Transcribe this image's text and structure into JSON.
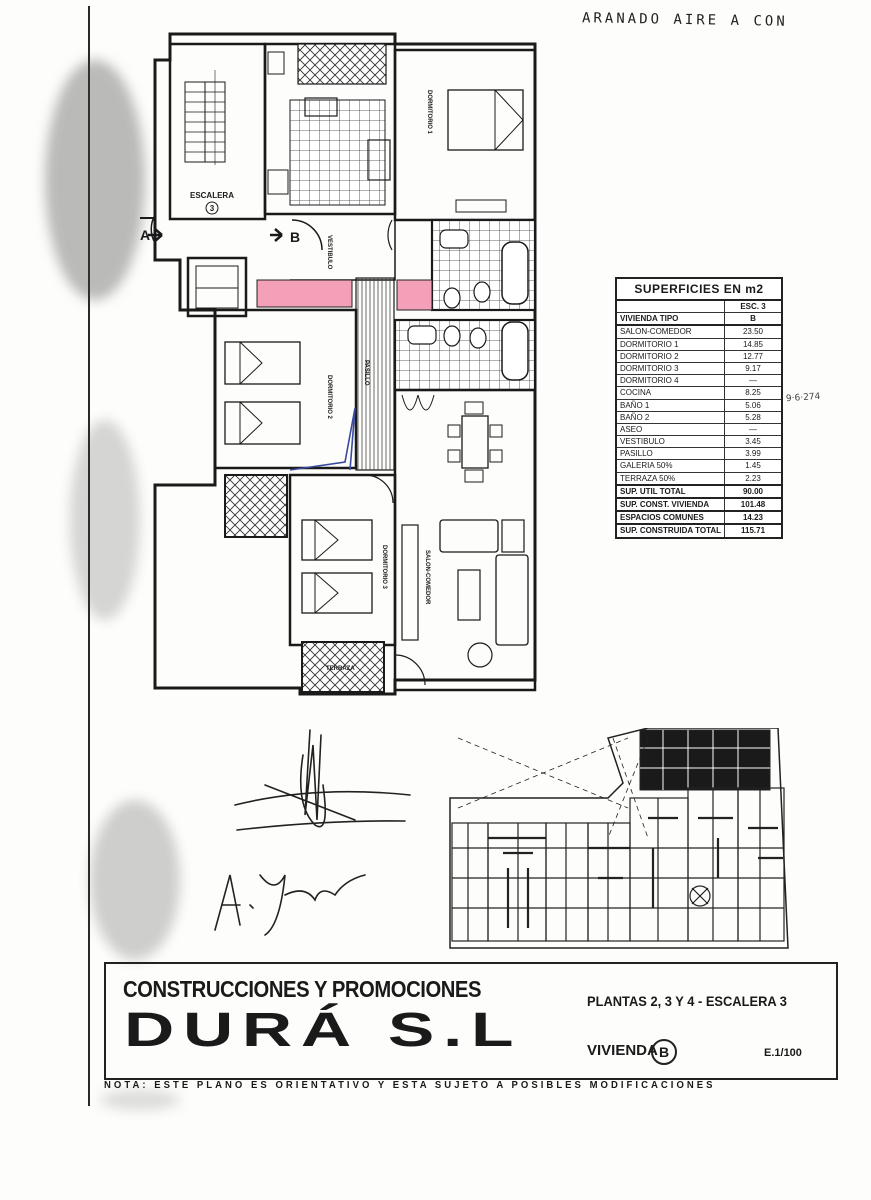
{
  "header_note": "ARANADO AIRE A CON",
  "margin_note": "9·6·274",
  "plan": {
    "stair_label": "ESCALERA",
    "stair_number": "3",
    "door_a": "A",
    "door_b": "B",
    "rooms": {
      "vestibulo": "VESTIBULO",
      "dormitorio1": "DORMITORIO 1",
      "dormitorio2": "DORMITORIO 2",
      "dormitorio3": "DORMITORIO 3",
      "pasillo": "PASILLO",
      "salon": "SALON-COMEDOR",
      "terraza": "TERRAZA"
    }
  },
  "surfaces": {
    "title": "SUPERFICIES EN m2",
    "col_header": "ESC. 3",
    "type_label": "VIVIENDA TIPO",
    "type_value": "B",
    "rows": [
      {
        "label": "SALON-COMEDOR",
        "value": "23.50"
      },
      {
        "label": "DORMITORIO 1",
        "value": "14.85"
      },
      {
        "label": "DORMITORIO 2",
        "value": "12.77"
      },
      {
        "label": "DORMITORIO 3",
        "value": "9.17"
      },
      {
        "label": "DORMITORIO 4",
        "value": "—"
      },
      {
        "label": "COCINA",
        "value": "8.25"
      },
      {
        "label": "BAÑO 1",
        "value": "5.06"
      },
      {
        "label": "BAÑO 2",
        "value": "5.28"
      },
      {
        "label": "ASEO",
        "value": "—"
      },
      {
        "label": "VESTIBULO",
        "value": "3.45"
      },
      {
        "label": "PASILLO",
        "value": "3.99"
      },
      {
        "label": "GALERIA 50%",
        "value": "1.45"
      },
      {
        "label": "TERRAZA 50%",
        "value": "2.23"
      }
    ],
    "totals": [
      {
        "label": "SUP. UTIL TOTAL",
        "value": "90.00"
      },
      {
        "label": "SUP. CONST. VIVIENDA",
        "value": "101.48"
      },
      {
        "label": "ESPACIOS COMUNES",
        "value": "14.23"
      },
      {
        "label": "SUP. CONSTRUIDA TOTAL",
        "value": "115.71"
      }
    ]
  },
  "signature_text": "A. Yañez",
  "titleblock": {
    "company_line1": "CONSTRUCCIONES Y PROMOCIONES",
    "company_line2": "DURÁ S.L",
    "plantas": "PLANTAS 2, 3 Y 4 - ESCALERA 3",
    "vivienda_label": "VIVIENDA",
    "vivienda_badge": "B",
    "scale": "E.1/100",
    "nota": "NOTA: ESTE PLANO ES ORIENTATIVO Y ESTA SUJETO A POSIBLES MODIFICACIONES"
  },
  "colors": {
    "ink": "#1a1a1a",
    "highlight_pink": "#f4a0b8",
    "pen_blue": "#3a4aa0",
    "paper": "#fdfdfb"
  }
}
